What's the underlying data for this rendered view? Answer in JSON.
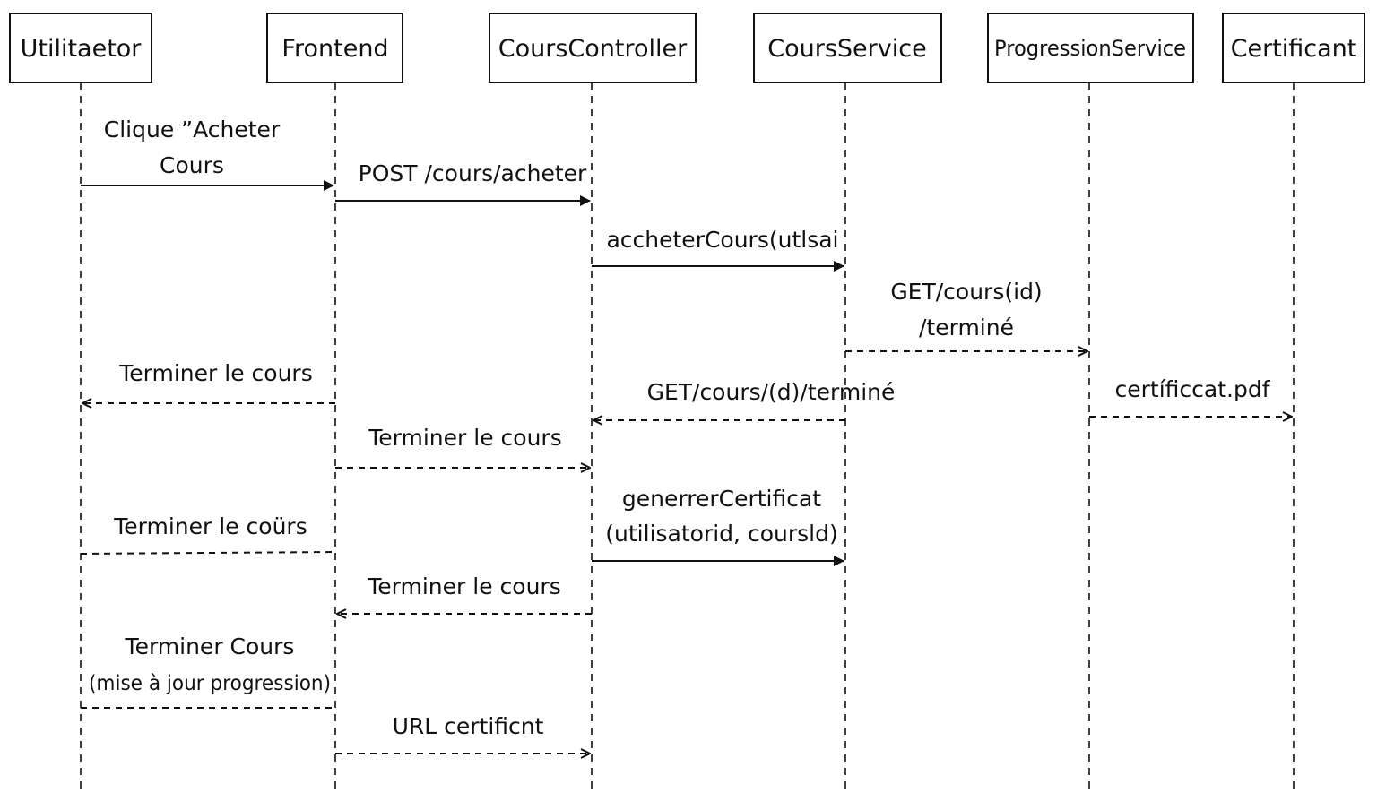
{
  "participants": [
    {
      "id": "utilisateur",
      "label": "Utilitaetor"
    },
    {
      "id": "frontend",
      "label": "Frontend"
    },
    {
      "id": "controller",
      "label": "CoursController"
    },
    {
      "id": "service",
      "label": "CoursService"
    },
    {
      "id": "progression",
      "label": "ProgressionService"
    },
    {
      "id": "certificat",
      "label": "Certificant"
    }
  ],
  "messages": [
    {
      "id": "m1",
      "from": "utilisateur",
      "to": "frontend",
      "style": "solid",
      "arrow": "filled",
      "lines": [
        "Clique ”Acheter",
        "Cours"
      ]
    },
    {
      "id": "m2",
      "from": "frontend",
      "to": "controller",
      "style": "solid",
      "arrow": "filled",
      "lines": [
        "POST /cours/acheter"
      ]
    },
    {
      "id": "m3",
      "from": "controller",
      "to": "service",
      "style": "solid",
      "arrow": "filled",
      "lines": [
        "accheterCours(utlsai"
      ]
    },
    {
      "id": "m4",
      "from": "service",
      "to": "progression",
      "style": "dashed",
      "arrow": "open",
      "lines": [
        "GET/cours(id)",
        "/terminé"
      ]
    },
    {
      "id": "m5",
      "from": "frontend",
      "to": "utilisateur",
      "style": "dashed",
      "arrow": "open",
      "lines": [
        "Terminer le cours"
      ]
    },
    {
      "id": "m6",
      "from": "service",
      "to": "controller",
      "style": "dashed",
      "arrow": "open",
      "lines": [
        "GET/cours/(d)/terminé"
      ]
    },
    {
      "id": "m7",
      "from": "progression",
      "to": "certificat",
      "style": "dashed",
      "arrow": "open",
      "lines": [
        "certíficcat.pdf"
      ]
    },
    {
      "id": "m8",
      "from": "frontend",
      "to": "controller",
      "style": "dashed",
      "arrow": "open",
      "lines": [
        "Terminer le cours"
      ]
    },
    {
      "id": "m9",
      "from": "frontend",
      "to": "utilisateur",
      "style": "dashed",
      "arrow": "none",
      "lines": [
        "Terminer le coürs"
      ]
    },
    {
      "id": "m10",
      "from": "controller",
      "to": "service",
      "style": "solid",
      "arrow": "filled",
      "lines": [
        "generrerCertificat",
        "(utilisatorid, coursld)"
      ]
    },
    {
      "id": "m11",
      "from": "controller",
      "to": "frontend",
      "style": "dashed",
      "arrow": "open",
      "lines": [
        "Terminer le cours"
      ]
    },
    {
      "id": "m12",
      "from": "frontend",
      "to": "utilisateur",
      "style": "dashed",
      "arrow": "none",
      "lines": [
        "Terminer Cours",
        "(mise à jour progression)"
      ]
    },
    {
      "id": "m13",
      "from": "frontend",
      "to": "controller",
      "style": "dashed",
      "arrow": "open",
      "lines": [
        "URL certificnt"
      ]
    }
  ]
}
